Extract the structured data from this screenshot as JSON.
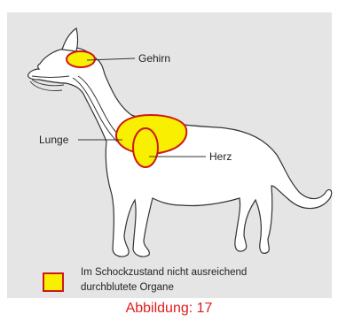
{
  "labels": {
    "brain": "Gehirn",
    "lung": "Lunge",
    "heart": "Herz"
  },
  "legend": {
    "line1": "Im Schockzustand  nicht ausreichend",
    "line2": "durchblutete  Organe"
  },
  "caption": "Abbildung: 17",
  "colors": {
    "background": "#e5e5e5",
    "organ_fill": "#f8f000",
    "organ_outline": "#d01818",
    "caption": "#e01b1b"
  }
}
